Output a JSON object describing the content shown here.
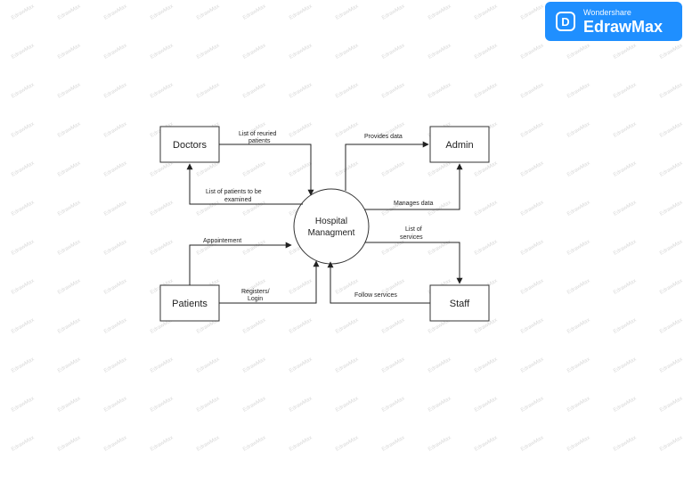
{
  "brand": {
    "logo_glyph": "D",
    "sub": "Wondershare",
    "name": "EdrawMax",
    "color": "#1f8fff"
  },
  "watermark_text": "EdrawMax",
  "nodes": {
    "doctors": "Doctors",
    "admin": "Admin",
    "patients": "Patients",
    "staff": "Staff",
    "center_line1": "Hospital",
    "center_line2": "Managment"
  },
  "flows": {
    "list_of_reuried_patients": [
      "List of reuried",
      "patients"
    ],
    "list_of_patients_to_be_examined": [
      "List of patients to be",
      "examined"
    ],
    "provides_data": [
      "Provides data"
    ],
    "manages_data": [
      "Manages data"
    ],
    "appointement": [
      "Appointement"
    ],
    "registers_login": [
      "Registers/",
      "Login"
    ],
    "list_of_services": [
      "List of",
      "services"
    ],
    "follow_services": [
      "Follow services"
    ]
  }
}
